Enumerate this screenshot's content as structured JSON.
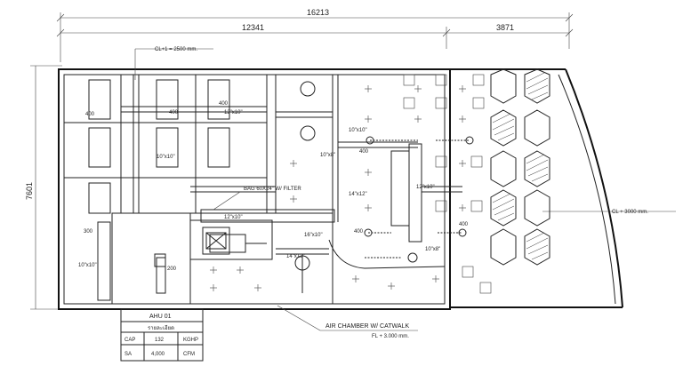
{
  "dimensions": {
    "overall": "16213",
    "left_span": "12341",
    "right_span": "3871",
    "height": "7601"
  },
  "levels": {
    "ceiling_left": "CL+1 = 2500 mm.",
    "ceiling_right": "CL + 3000 mm.",
    "floor_note": "FL + 3.000 mm."
  },
  "annotations": {
    "filter": "BAG 60X24\" W/ FILTER",
    "air_chamber": "AIR CHAMBER W/ CATWALK"
  },
  "duct_labels": [
    "400",
    "400",
    "400",
    "300",
    "400",
    "400",
    "400",
    "200",
    "12\"x10\"",
    "10\"x10\"",
    "14\"x12\"",
    "12\"x10\"",
    "16\"x10\"",
    "10\"x8\"",
    "10\"x10\"",
    "14\"x12\"",
    "10\"x10\"",
    "12\"x10\"",
    "10\"x8\""
  ],
  "ahu_table": {
    "title": "AHU 01",
    "header": "รายละเอียด",
    "rows": [
      {
        "k": "CAP",
        "v": "132",
        "u": "KGHP"
      },
      {
        "k": "SA",
        "v": "4,000",
        "u": "CFM"
      }
    ]
  }
}
